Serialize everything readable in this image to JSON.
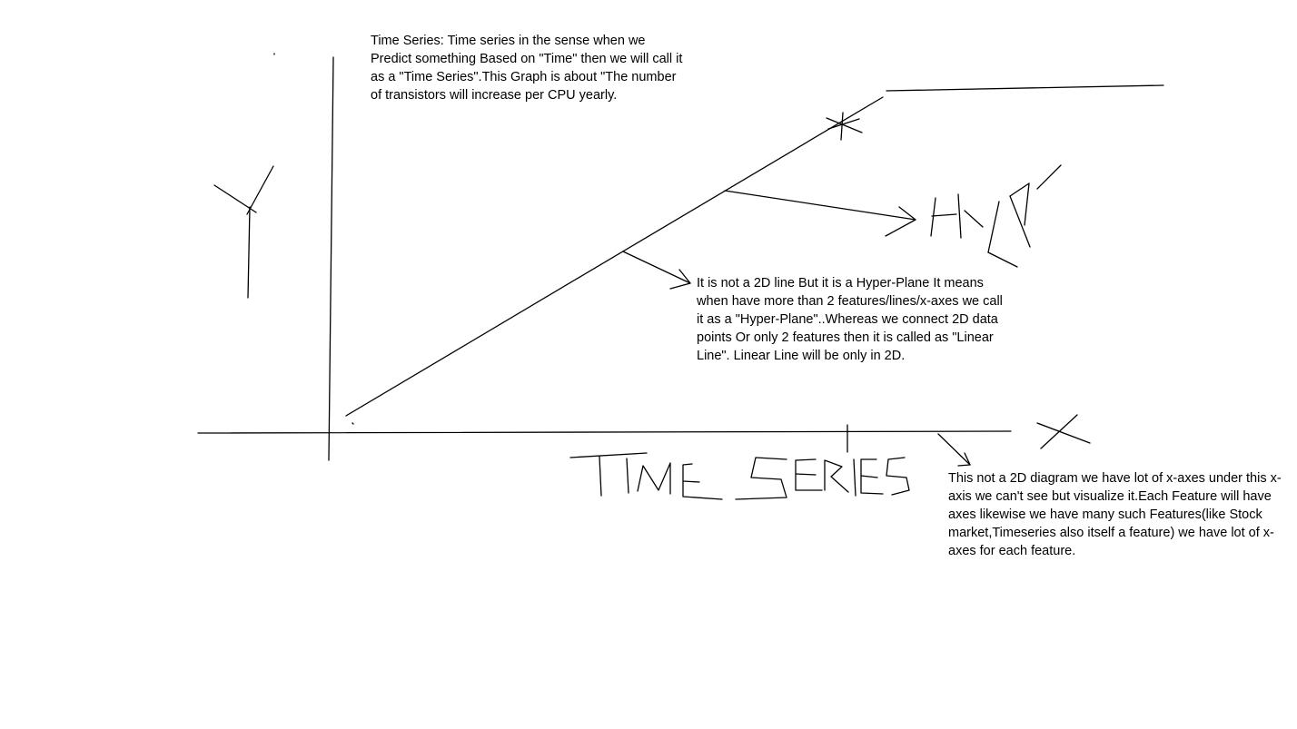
{
  "notes": {
    "time_series": "Time Series: Time series in the sense when we Predict something Based on \"Time\" then we will call it as a \"Time Series\".This Graph is about \"The number of transistors will increase per CPU yearly.",
    "hyperplane": "It is not a 2D line But it is a Hyper-Plane It means when have more than 2 features/lines/x-axes we call it as a \"Hyper-Plane\"..Whereas we connect 2D data points Or only 2 features then it is called as \"Linear Line\". Linear Line will be only in 2D.",
    "x_axes": "This not a 2D diagram we have lot of x-axes under this x-axis we can't see but visualize it.Each Feature will have axes likewise we have many such Features(like Stock market,Timeseries also itself a feature) we have lot of x-axes for each feature."
  },
  "handwritten": {
    "y_axis_label": "Y",
    "x_axis_label": "X",
    "x_axis_title": "TIME SERIES",
    "hyperplane_label": "HYP"
  },
  "colors": {
    "ink": "#000000",
    "background": "#ffffff"
  }
}
